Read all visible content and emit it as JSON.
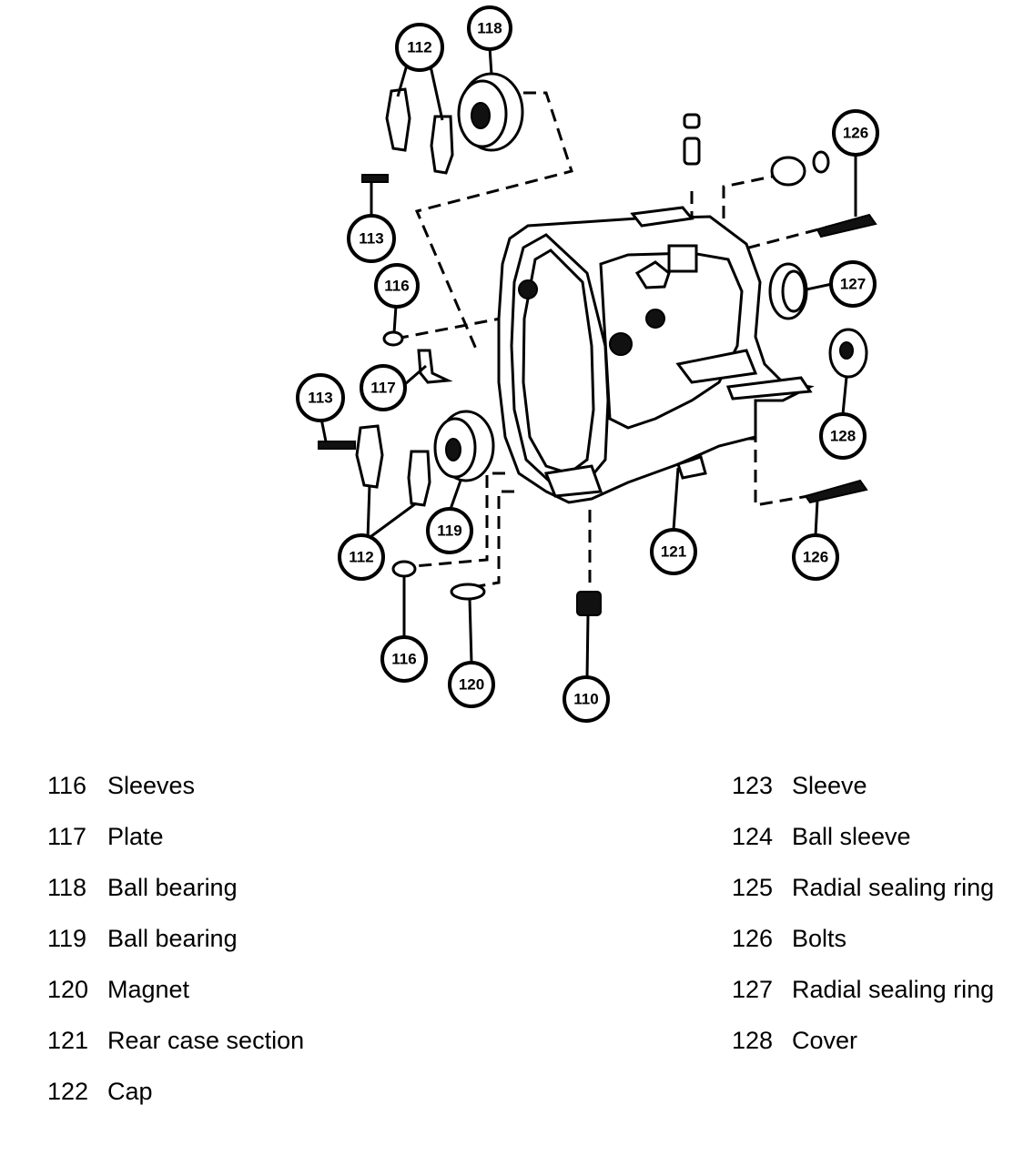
{
  "callouts": {
    "c112a": "112",
    "c118": "118",
    "c113a": "113",
    "c116a": "116",
    "c117": "117",
    "c113b": "113",
    "c119": "119",
    "c112b": "112",
    "c116b": "116",
    "c120": "120",
    "c110": "110",
    "c121": "121",
    "c126a": "126",
    "c127": "127",
    "c128": "128",
    "c126b": "126"
  },
  "legend": {
    "left": [
      {
        "num": "116",
        "label": "Sleeves"
      },
      {
        "num": "117",
        "label": "Plate"
      },
      {
        "num": "118",
        "label": "Ball bearing"
      },
      {
        "num": "119",
        "label": "Ball bearing"
      },
      {
        "num": "120",
        "label": "Magnet"
      },
      {
        "num": "121",
        "label": "Rear case section"
      },
      {
        "num": "122",
        "label": "Cap"
      }
    ],
    "right": [
      {
        "num": "123",
        "label": "Sleeve"
      },
      {
        "num": "124",
        "label": "Ball sleeve"
      },
      {
        "num": "125",
        "label": "Radial sealing ring"
      },
      {
        "num": "126",
        "label": "Bolts"
      },
      {
        "num": "127",
        "label": "Radial sealing ring"
      },
      {
        "num": "128",
        "label": "Cover"
      }
    ]
  }
}
